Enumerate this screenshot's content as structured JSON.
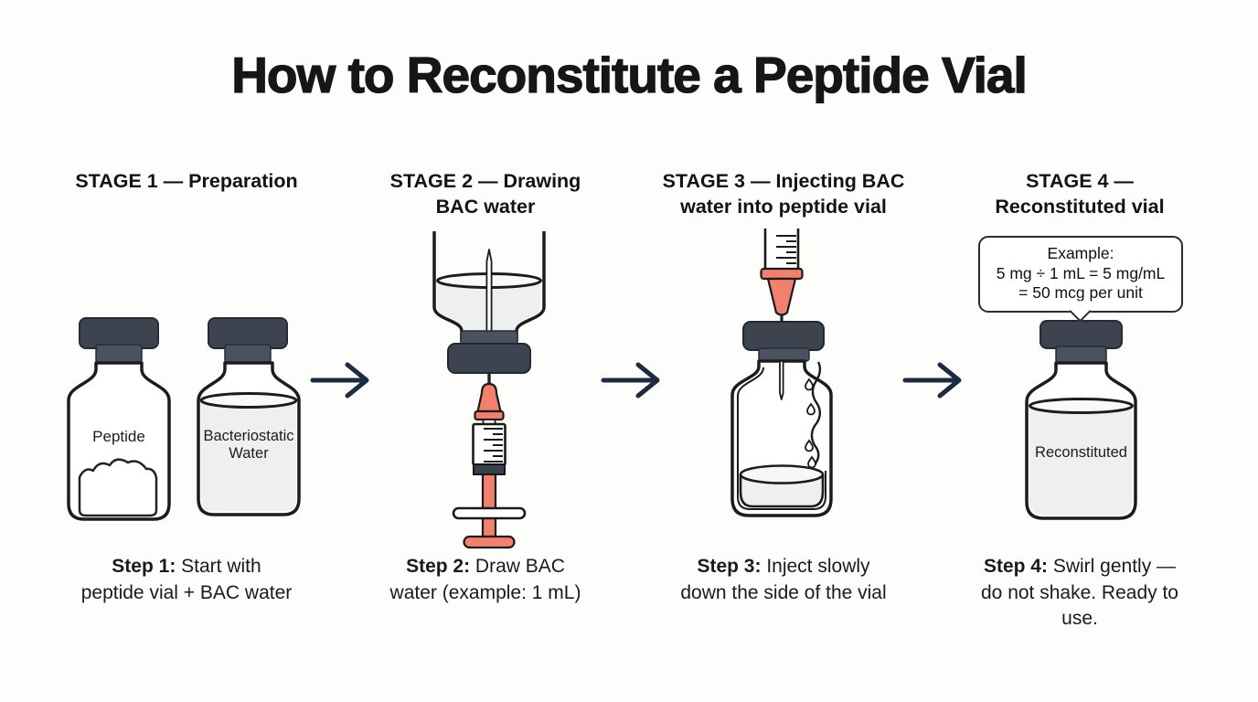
{
  "title": "How to Reconstitute a Peptide Vial",
  "colors": {
    "cap": "#3d4450",
    "stopper": "#4a5260",
    "syringe_accent": "#f2806f",
    "liquid": "#edeff1",
    "liquid_surface": "#f7f9fa",
    "outline": "#1c1c1c",
    "arrow": "#1d2b3f",
    "background": "#fdfdfb",
    "text": "#161616"
  },
  "stages": [
    {
      "header_line1": "STAGE 1 — Preparation",
      "header_line2": "",
      "caption": {
        "label": "Step 1:",
        "line1_rest": " Start with",
        "line2": "peptide vial + BAC water",
        "line3": ""
      },
      "labels": {
        "vial1": "Peptide",
        "vial2_line1": "Bacteriostatic",
        "vial2_line2": "Water"
      }
    },
    {
      "header_line1": "STAGE 2 — Drawing",
      "header_line2": "BAC water",
      "caption": {
        "label": "Step 2:",
        "line1_rest": " Draw BAC",
        "line2": "water (example: 1 mL)",
        "line3": ""
      }
    },
    {
      "header_line1": "STAGE 3 — Injecting BAC",
      "header_line2": "water into peptide vial",
      "caption": {
        "label": "Step 3:",
        "line1_rest": " Inject slowly",
        "line2": "down the side of the vial",
        "line3": ""
      }
    },
    {
      "header_line1": "STAGE 4 —",
      "header_line2": "Reconstituted vial",
      "caption": {
        "label": "Step 4:",
        "line1_rest": " Swirl gently —",
        "line2": "do not shake. Ready to",
        "line3": "use."
      },
      "labels": {
        "vial": "Reconstituted"
      },
      "callout": {
        "line1": "Example:",
        "line2": "5 mg ÷ 1 mL = 5 mg/mL",
        "line3": "= 50 mcg per unit"
      }
    }
  ]
}
